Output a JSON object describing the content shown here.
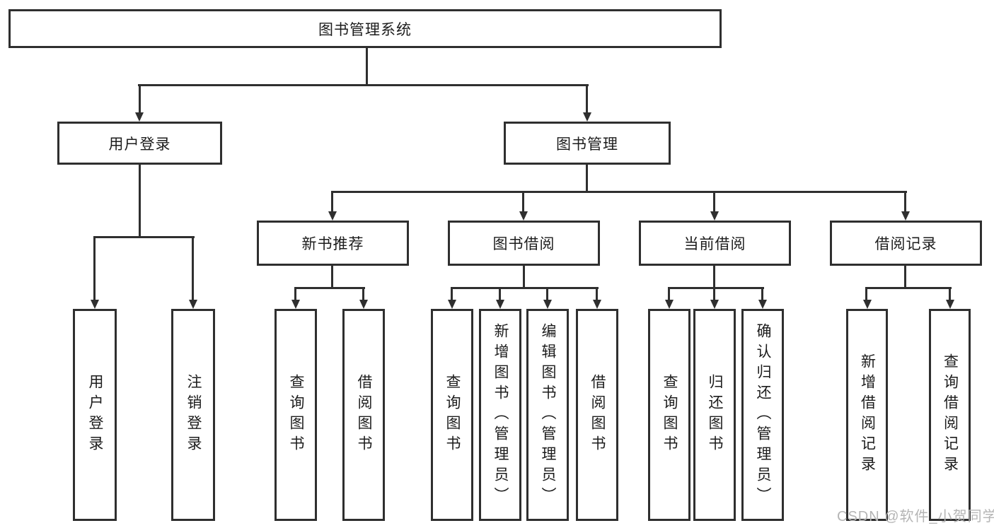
{
  "page": {
    "background": "#ffffff"
  },
  "colors": {
    "line": "#2f2f2f",
    "text": "#1c1c1c",
    "watermark": "#b5b5b5"
  },
  "tree": {
    "root": {
      "label": "图书管理系统"
    },
    "branches": [
      {
        "label": "用户登录",
        "children": [
          {
            "label": "用户登录"
          },
          {
            "label": "注销登录"
          }
        ]
      },
      {
        "label": "图书管理",
        "sections": [
          {
            "label": "新书推荐",
            "children": [
              {
                "label": "查询图书"
              },
              {
                "label": "借阅图书"
              }
            ]
          },
          {
            "label": "图书借阅",
            "children": [
              {
                "label": "查询图书"
              },
              {
                "label": "新增图书（管理员）"
              },
              {
                "label": "编辑图书（管理员）"
              },
              {
                "label": "借阅图书"
              }
            ]
          },
          {
            "label": "当前借阅",
            "children": [
              {
                "label": "查询图书"
              },
              {
                "label": "归还图书"
              },
              {
                "label": "确认归还（管理员）"
              }
            ]
          },
          {
            "label": "借阅记录",
            "children": [
              {
                "label": "新增借阅记录"
              },
              {
                "label": "查询借阅记录"
              }
            ]
          }
        ]
      }
    ]
  },
  "watermark": {
    "text": "CSDN @软件_小贺同学"
  }
}
